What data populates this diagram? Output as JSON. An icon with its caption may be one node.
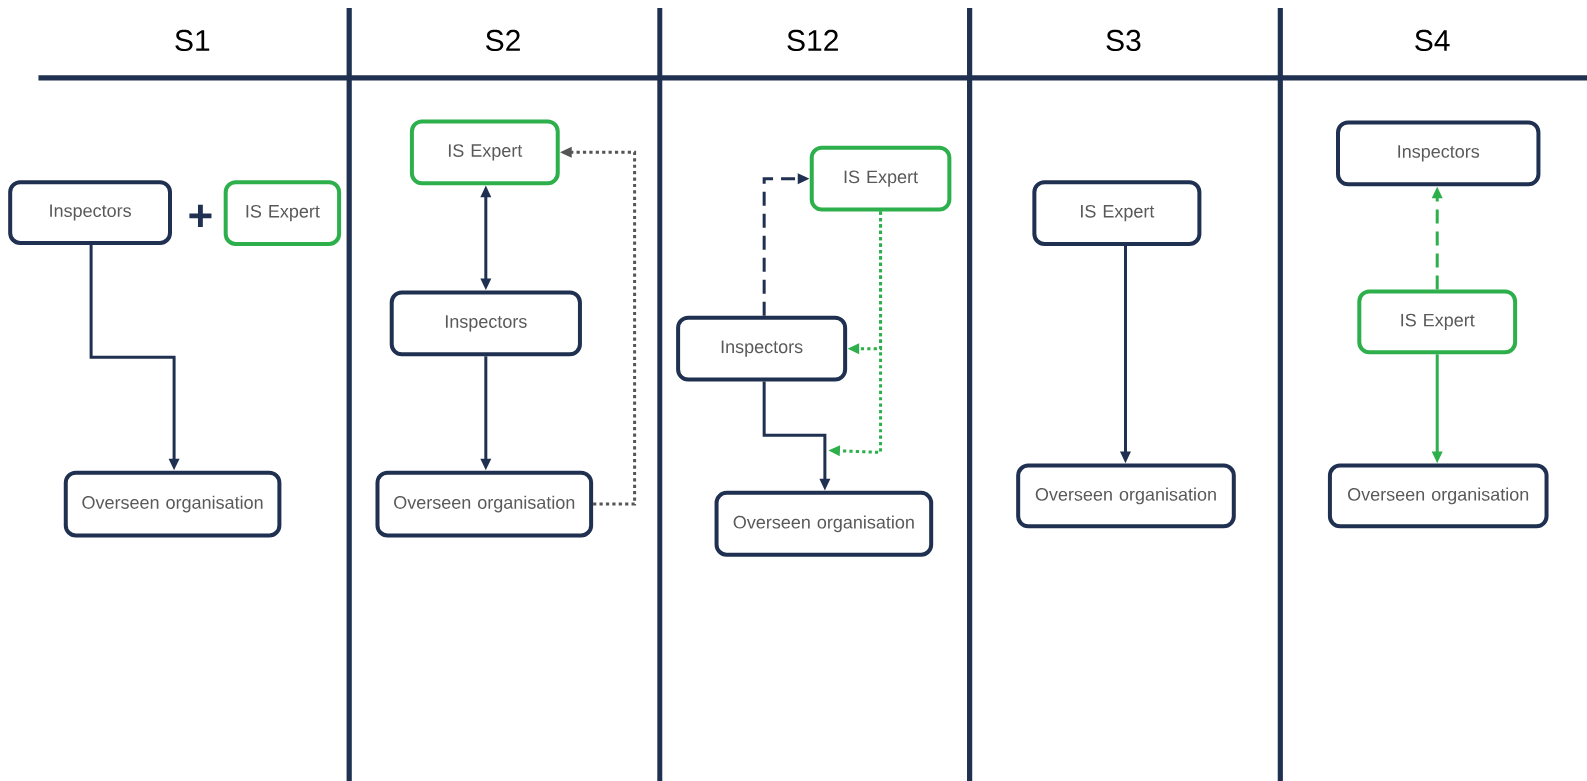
{
  "diagram": {
    "nodes": [
      {
        "text": [
          "Inspectors"
        ]
      },
      {
        "text": [
          "IS Expert"
        ]
      },
      {
        "text": [
          "Overseen organisation"
        ]
      },
      {
        "text": [
          "IS Expert"
        ]
      },
      {
        "text": [
          "Inspectors"
        ]
      },
      {
        "text": [
          "Overseen organisation"
        ]
      },
      {
        "text": [
          "IS Expert"
        ]
      },
      {
        "text": [
          "Inspectors"
        ]
      },
      {
        "text": [
          "Overseen organisation"
        ]
      },
      {
        "text": [
          "IS Expert"
        ]
      },
      {
        "text": [
          "Overseen organisation"
        ]
      },
      {
        "text": [
          "Inspectors"
        ]
      },
      {
        "text": [
          "IS Expert"
        ]
      },
      {
        "text": [
          "Overseen organisation"
        ]
      }
    ],
    "edges": [
      {
        "from": 0,
        "to": 2,
        "arrow": "to"
      },
      {
        "from": 4,
        "to": 3,
        "arrow": "both"
      },
      {
        "from": 4,
        "to": 5,
        "arrow": "to"
      },
      {
        "from": 5,
        "to": 3,
        "arrow": "to",
        "style": "dashed",
        "color": "#555555"
      },
      {
        "from": 7,
        "to": 6,
        "arrow": "to",
        "style": "dashed"
      },
      {
        "from": 6,
        "to": 7,
        "arrow": "to",
        "style": "dashed",
        "color": "#2db04b"
      },
      {
        "from": 6,
        "to": 8,
        "arrow": "to",
        "style": "dashed",
        "color": "#2db04b"
      },
      {
        "from": 7,
        "to": 8,
        "arrow": "to"
      },
      {
        "from": 9,
        "to": 10,
        "arrow": "to"
      },
      {
        "from": 12,
        "to": 11,
        "arrow": "to",
        "style": "dashed",
        "color": "#2db04b"
      },
      {
        "from": 12,
        "to": 13,
        "arrow": "to",
        "color": "#2db04b"
      }
    ],
    "labels": [
      "S1",
      "S2",
      "S12",
      "S3",
      "S4",
      "+"
    ]
  }
}
